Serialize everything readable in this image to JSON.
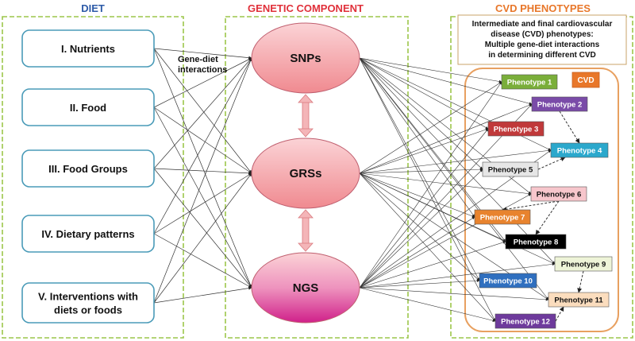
{
  "sections": {
    "diet": {
      "title": "DIET",
      "color": "#2E5BA8"
    },
    "genetic": {
      "title": "GENETIC COMPONENT",
      "color": "#E0303A"
    },
    "cvd": {
      "title": "CVD PHENOTYPES",
      "color": "#E8772A"
    }
  },
  "diet_items": [
    {
      "id": "d1",
      "lines": [
        "I. Nutrients"
      ]
    },
    {
      "id": "d2",
      "lines": [
        "II. Food"
      ]
    },
    {
      "id": "d3",
      "lines": [
        "III. Food Groups"
      ]
    },
    {
      "id": "d4",
      "lines": [
        "IV. Dietary patterns"
      ]
    },
    {
      "id": "d5",
      "lines": [
        "V. Interventions with",
        "diets or foods"
      ]
    }
  ],
  "gene_diet_label": [
    "Gene-diet",
    "interactions"
  ],
  "genetic_items": [
    {
      "id": "g1",
      "label": "SNPs"
    },
    {
      "id": "g2",
      "label": "GRSs"
    },
    {
      "id": "g3",
      "label": "NGS"
    }
  ],
  "cvd_info": [
    "Intermediate and final cardiovascular",
    "disease (CVD) phenotypes:",
    "Multiple gene-diet interactions",
    "in determining different CVD"
  ],
  "cvd_badge": {
    "label": "CVD",
    "color": "#E8772A"
  },
  "phenotypes": [
    {
      "id": "p1",
      "label": "Phenotype 1",
      "fill": "#7AAE3A",
      "text": "#ffffff"
    },
    {
      "id": "p2",
      "label": "Phenotype 2",
      "fill": "#7A4BA8",
      "text": "#ffffff"
    },
    {
      "id": "p3",
      "label": "Phenotype 3",
      "fill": "#C0393A",
      "text": "#ffffff"
    },
    {
      "id": "p4",
      "label": "Phenotype 4",
      "fill": "#2BA8CC",
      "text": "#ffffff"
    },
    {
      "id": "p5",
      "label": "Phenotype 5",
      "fill": "#E6E6E6",
      "text": "#111111"
    },
    {
      "id": "p6",
      "label": "Phenotype 6",
      "fill": "#F7C6CC",
      "text": "#111111"
    },
    {
      "id": "p7",
      "label": "Phenotype 7",
      "fill": "#E8832E",
      "text": "#ffffff"
    },
    {
      "id": "p8",
      "label": "Phenotype 8",
      "fill": "#000000",
      "text": "#ffffff"
    },
    {
      "id": "p9",
      "label": "Phenotype 9",
      "fill": "#EEF4D8",
      "text": "#111111"
    },
    {
      "id": "p10",
      "label": "Phenotype 10",
      "fill": "#2F6FBF",
      "text": "#ffffff"
    },
    {
      "id": "p11",
      "label": "Phenotype 11",
      "fill": "#FBDDBE",
      "text": "#111111"
    },
    {
      "id": "p12",
      "label": "Phenotype 12",
      "fill": "#6E3A9C",
      "text": "#ffffff"
    }
  ],
  "gene_links": [
    [
      "g1",
      "g2"
    ],
    [
      "g2",
      "g3"
    ]
  ],
  "phenotype_dashed_links": [
    [
      "p2",
      "p4"
    ],
    [
      "p5",
      "p4"
    ],
    [
      "p6",
      "p7"
    ],
    [
      "p6",
      "p8"
    ],
    [
      "p9",
      "p11"
    ],
    [
      "p12",
      "p11"
    ]
  ]
}
